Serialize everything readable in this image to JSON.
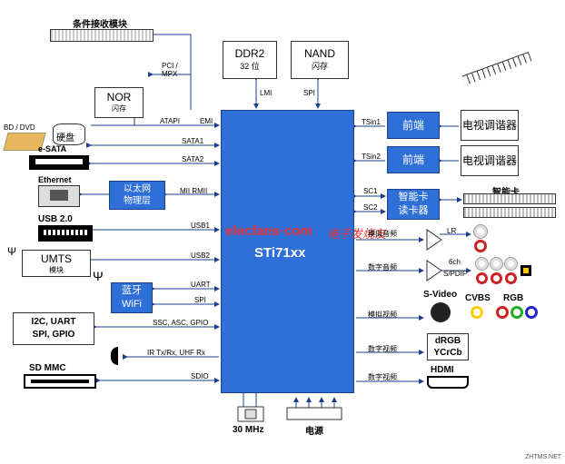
{
  "chip": {
    "name": "STi71xx"
  },
  "watermark": {
    "text1": "elecfans·com",
    "text2": "电子发烧友",
    "corner": "ZHTMS.NET"
  },
  "top": {
    "ddr_title": "DDR2",
    "ddr_sub": "32 位",
    "nand_title": "NAND",
    "nand_sub": "闪存",
    "lmi": "LMI",
    "spi": "SPI"
  },
  "left": {
    "module_slot_title": "条件接收模块",
    "pci_mpx": "PCI / MPX",
    "nor_title": "NOR",
    "nor_sub": "闪存",
    "atapi": "ATAPI",
    "emi": "EMI",
    "bd_dvd": "BD / DVD",
    "hdd": "硬盘",
    "esata": "e-SATA",
    "sata1": "SATA1",
    "sata2": "SATA2",
    "ethernet": "Ethernet",
    "eth_phy": "以太网\n物理层",
    "mii": "MII RMII",
    "usb20": "USB 2.0",
    "usb1": "USB1",
    "umts_title": "UMTS",
    "umts_sub": "模块",
    "usb2": "USB2",
    "bt_wifi": "蓝牙\nWiFi",
    "uart": "UART",
    "spi": "SPI",
    "io_title": "I2C, UART\nSPI, GPIO",
    "ssc": "SSC, ASC, GPIO",
    "ir": "IR Tx/Rx, UHF Rx",
    "sdmmc": "SD MMC",
    "sdio": "SDIO"
  },
  "right": {
    "tsin1": "TSin1",
    "tsin2": "TSin2",
    "frontend1": "前端",
    "frontend2": "前端",
    "tuner1": "电视调谐器",
    "tuner2": "电视调谐器",
    "sc1": "SC1",
    "sc2": "SC2",
    "smartcard_reader": "智能卡\n读卡器",
    "smartcard": "智能卡",
    "analog_audio": "模拟音频",
    "lr": "LR",
    "digital_audio": "数字音频",
    "ch6": "6ch",
    "spdif": "S/PDIF",
    "svideo": "S-Video",
    "cvbs": "CVBS",
    "rgb": "RGB",
    "analog_video": "模拟视频",
    "digital_video1": "数字视频",
    "drgb": "dRGB\nYCrCb",
    "digital_video2": "数字视频",
    "hdmi": "HDMI"
  },
  "bottom": {
    "crystal": "30 MHz",
    "power": "电源"
  }
}
